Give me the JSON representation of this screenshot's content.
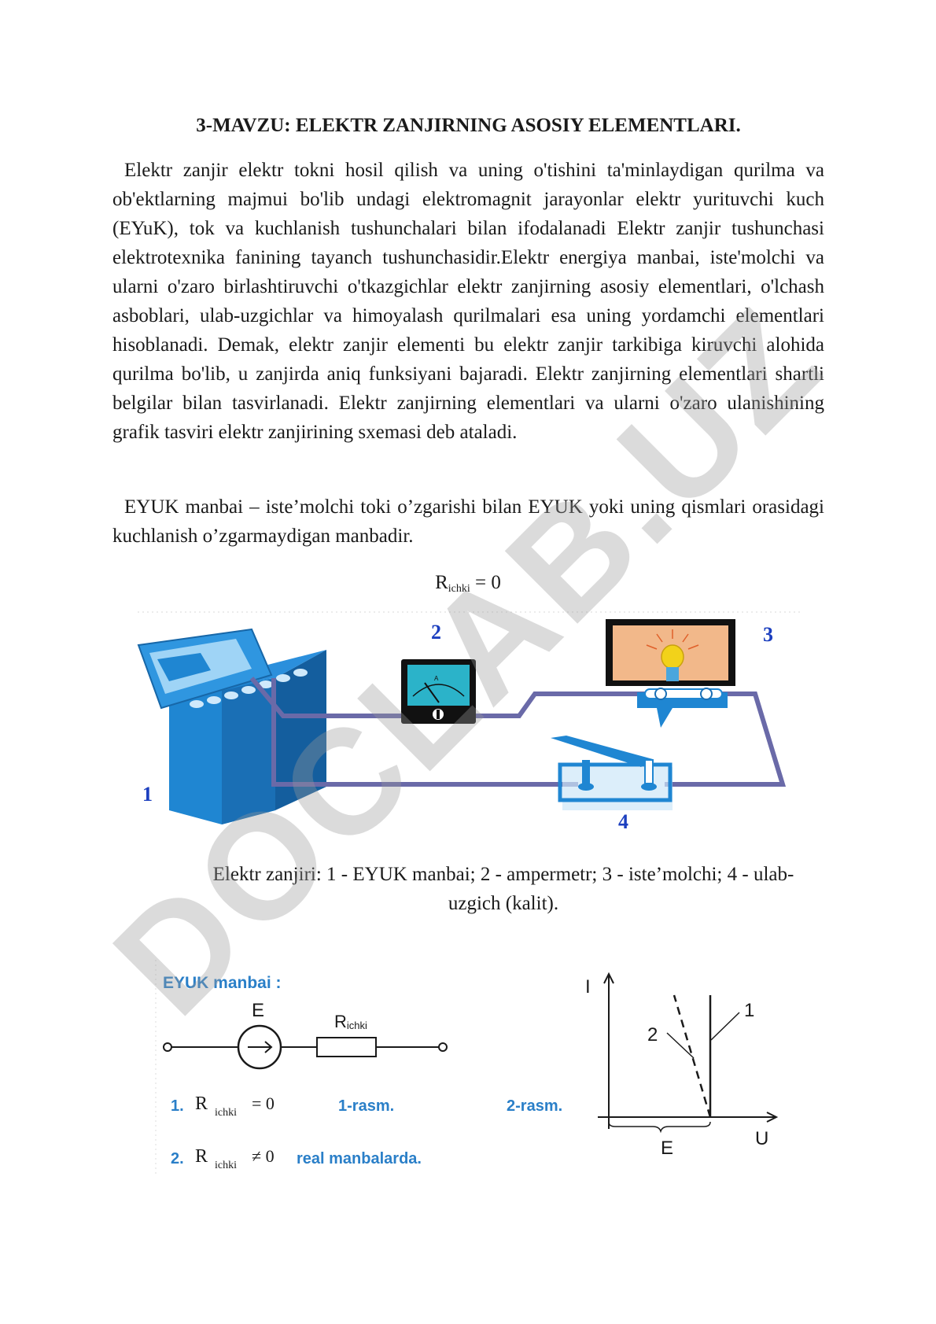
{
  "title": "3-MAVZU: ELEKTR ZANJIRNING ASOSIY ELEMENTLARI.",
  "paragraphs": [
    "Elektr zanjir elektr tokni hosil qilish va uning o'tishini ta'minlaydigan qurilma va ob'ektlarning majmui bo'lib undagi elektromagnit jarayonlar elektr yurituvchi kuch (EYuK), tok va kuchlanish tushunchalari bilan ifodalanadi Elektr zanjir tushunchasi elektrotexnika fanining tayanch tushunchasidir.Elektr energiya manbai, iste'molchi va ularni o'zaro birlashtiruvchi o'tkazgichlar elektr zanjirning asosiy elementlari, o'lchash asboblari, ulab-uzgichlar va himoyalash qurilmalari esa uning yordamchi elementlari hisoblanadi. Demak, elektr zanjir elementi bu elektr zanjir tarkibiga kiruvchi alohida qurilma bo'lib, u zanjirda aniq funksiyani bajaradi. Elektr zanjirning elementlari shartli belgilar bilan tasvirlanadi. Elektr zanjirning elementlari va ularni o'zaro ulanishining grafik tasviri elektr zanjirining sxemasi deb ataladi.",
    "EYUK manbai – iste’molchi toki o’zgarishi bilan EYUK yoki uning qismlari orasidagi kuchlanish o’zgarmaydigan manbadir."
  ],
  "formula": {
    "symbol": "R",
    "subscript": "ichki",
    "rest": " = 0"
  },
  "circuit_figure": {
    "labels": [
      "1",
      "2",
      "3",
      "4"
    ],
    "ammeter_unit": "A"
  },
  "caption": "Elektr zanjiri: 1 - EYUK manbai; 2 - ampermetr; 3 - iste’molchi; 4 - ulab-uzgich (kalit).",
  "schematic": {
    "heading": "EYUK manbai :",
    "source_label": "E",
    "resistor_label_main": "R",
    "resistor_label_sub": "ichki",
    "case1_num": "1.",
    "case1_symbol": "R",
    "case1_sub": "ichki",
    "case1_rel": "= 0",
    "case2_num": "2.",
    "case2_symbol": "R",
    "case2_sub": "ichki",
    "case2_rel": "≠ 0",
    "case2_note": "real manbalarda.",
    "fig1_label": "1-rasm.",
    "fig2_label": "2-rasm."
  },
  "graph": {
    "y_axis": "I",
    "x_axis": "U",
    "e_label": "E",
    "line1_label": "1",
    "line2_label": "2"
  },
  "watermark": "DOCLAB.UZ",
  "colors": {
    "blue_heading": "#2a7fc8",
    "battery_blue": "#1f86d2",
    "wire_purple": "#6a6aa8",
    "number_blue": "#1c3fbf"
  }
}
